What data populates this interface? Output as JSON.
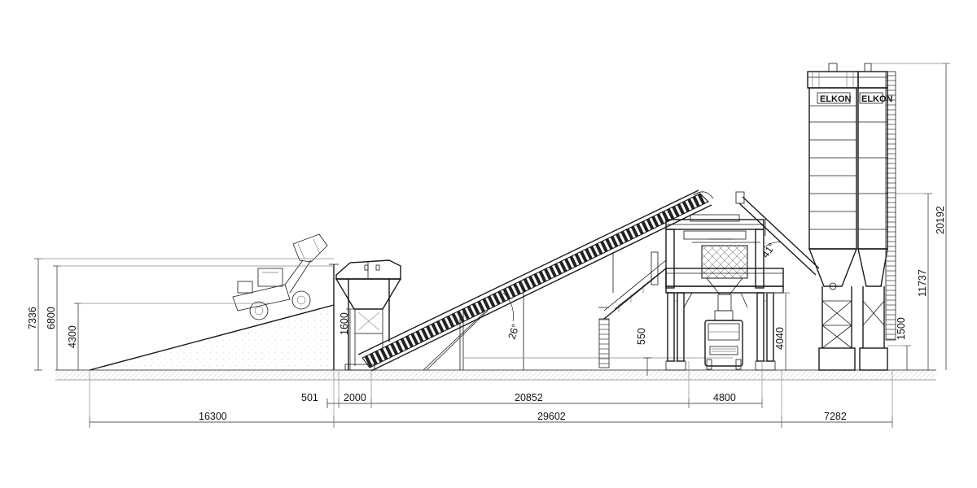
{
  "brand": {
    "left": "ELKON",
    "right": "ELKON"
  },
  "angles": {
    "conveyor": "26°",
    "inclined_support": "41°"
  },
  "dimensions": {
    "vertical": {
      "ramp_total": "7336",
      "ramp_top": "6800",
      "loader_level": "4300",
      "hopper_wall": "1600",
      "plant_clearance": "550",
      "truck_height": "4040",
      "silo_leg": "1500",
      "silo_cone": "11737",
      "silo_total": "20192"
    },
    "horizontal": {
      "ramp_length": "16300",
      "gap": "501",
      "hopper_width": "2000",
      "conveyor_span": "20852",
      "plant_width": "4800",
      "plant_total": "29602",
      "silo_spacing": "7282"
    }
  }
}
